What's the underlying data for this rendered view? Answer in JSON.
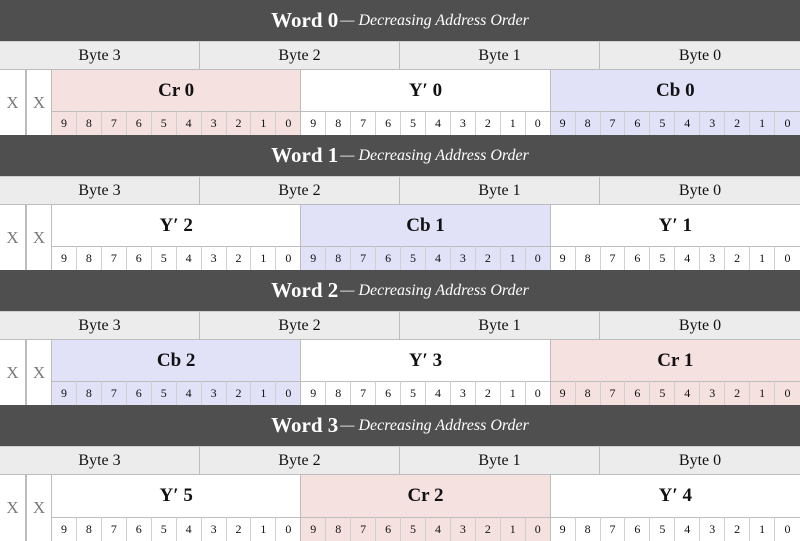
{
  "subtitle": "— Decreasing Address Order",
  "bytes": [
    "Byte 3",
    "Byte 2",
    "Byte 1",
    "Byte 0"
  ],
  "unused_label": "X",
  "bit_labels": [
    "9",
    "8",
    "7",
    "6",
    "5",
    "4",
    "3",
    "2",
    "1",
    "0"
  ],
  "colors": {
    "Cr": "#f6e1e1",
    "Cb": "#e1e1f8",
    "Y": "#ffffff",
    "header": "#4f4f4f",
    "byte_row": "#ececec"
  },
  "words": [
    {
      "title": "Word 0",
      "components": [
        {
          "label": "Cr 0",
          "kind": "Cr"
        },
        {
          "label": "Y′ 0",
          "kind": "Y"
        },
        {
          "label": "Cb 0",
          "kind": "Cb"
        }
      ]
    },
    {
      "title": "Word 1",
      "components": [
        {
          "label": "Y′ 2",
          "kind": "Y"
        },
        {
          "label": "Cb 1",
          "kind": "Cb"
        },
        {
          "label": "Y′ 1",
          "kind": "Y"
        }
      ]
    },
    {
      "title": "Word 2",
      "components": [
        {
          "label": "Cb 2",
          "kind": "Cb"
        },
        {
          "label": "Y′ 3",
          "kind": "Y"
        },
        {
          "label": "Cr 1",
          "kind": "Cr"
        }
      ]
    },
    {
      "title": "Word 3",
      "components": [
        {
          "label": "Y′ 5",
          "kind": "Y"
        },
        {
          "label": "Cr 2",
          "kind": "Cr"
        },
        {
          "label": "Y′ 4",
          "kind": "Y"
        }
      ]
    }
  ]
}
